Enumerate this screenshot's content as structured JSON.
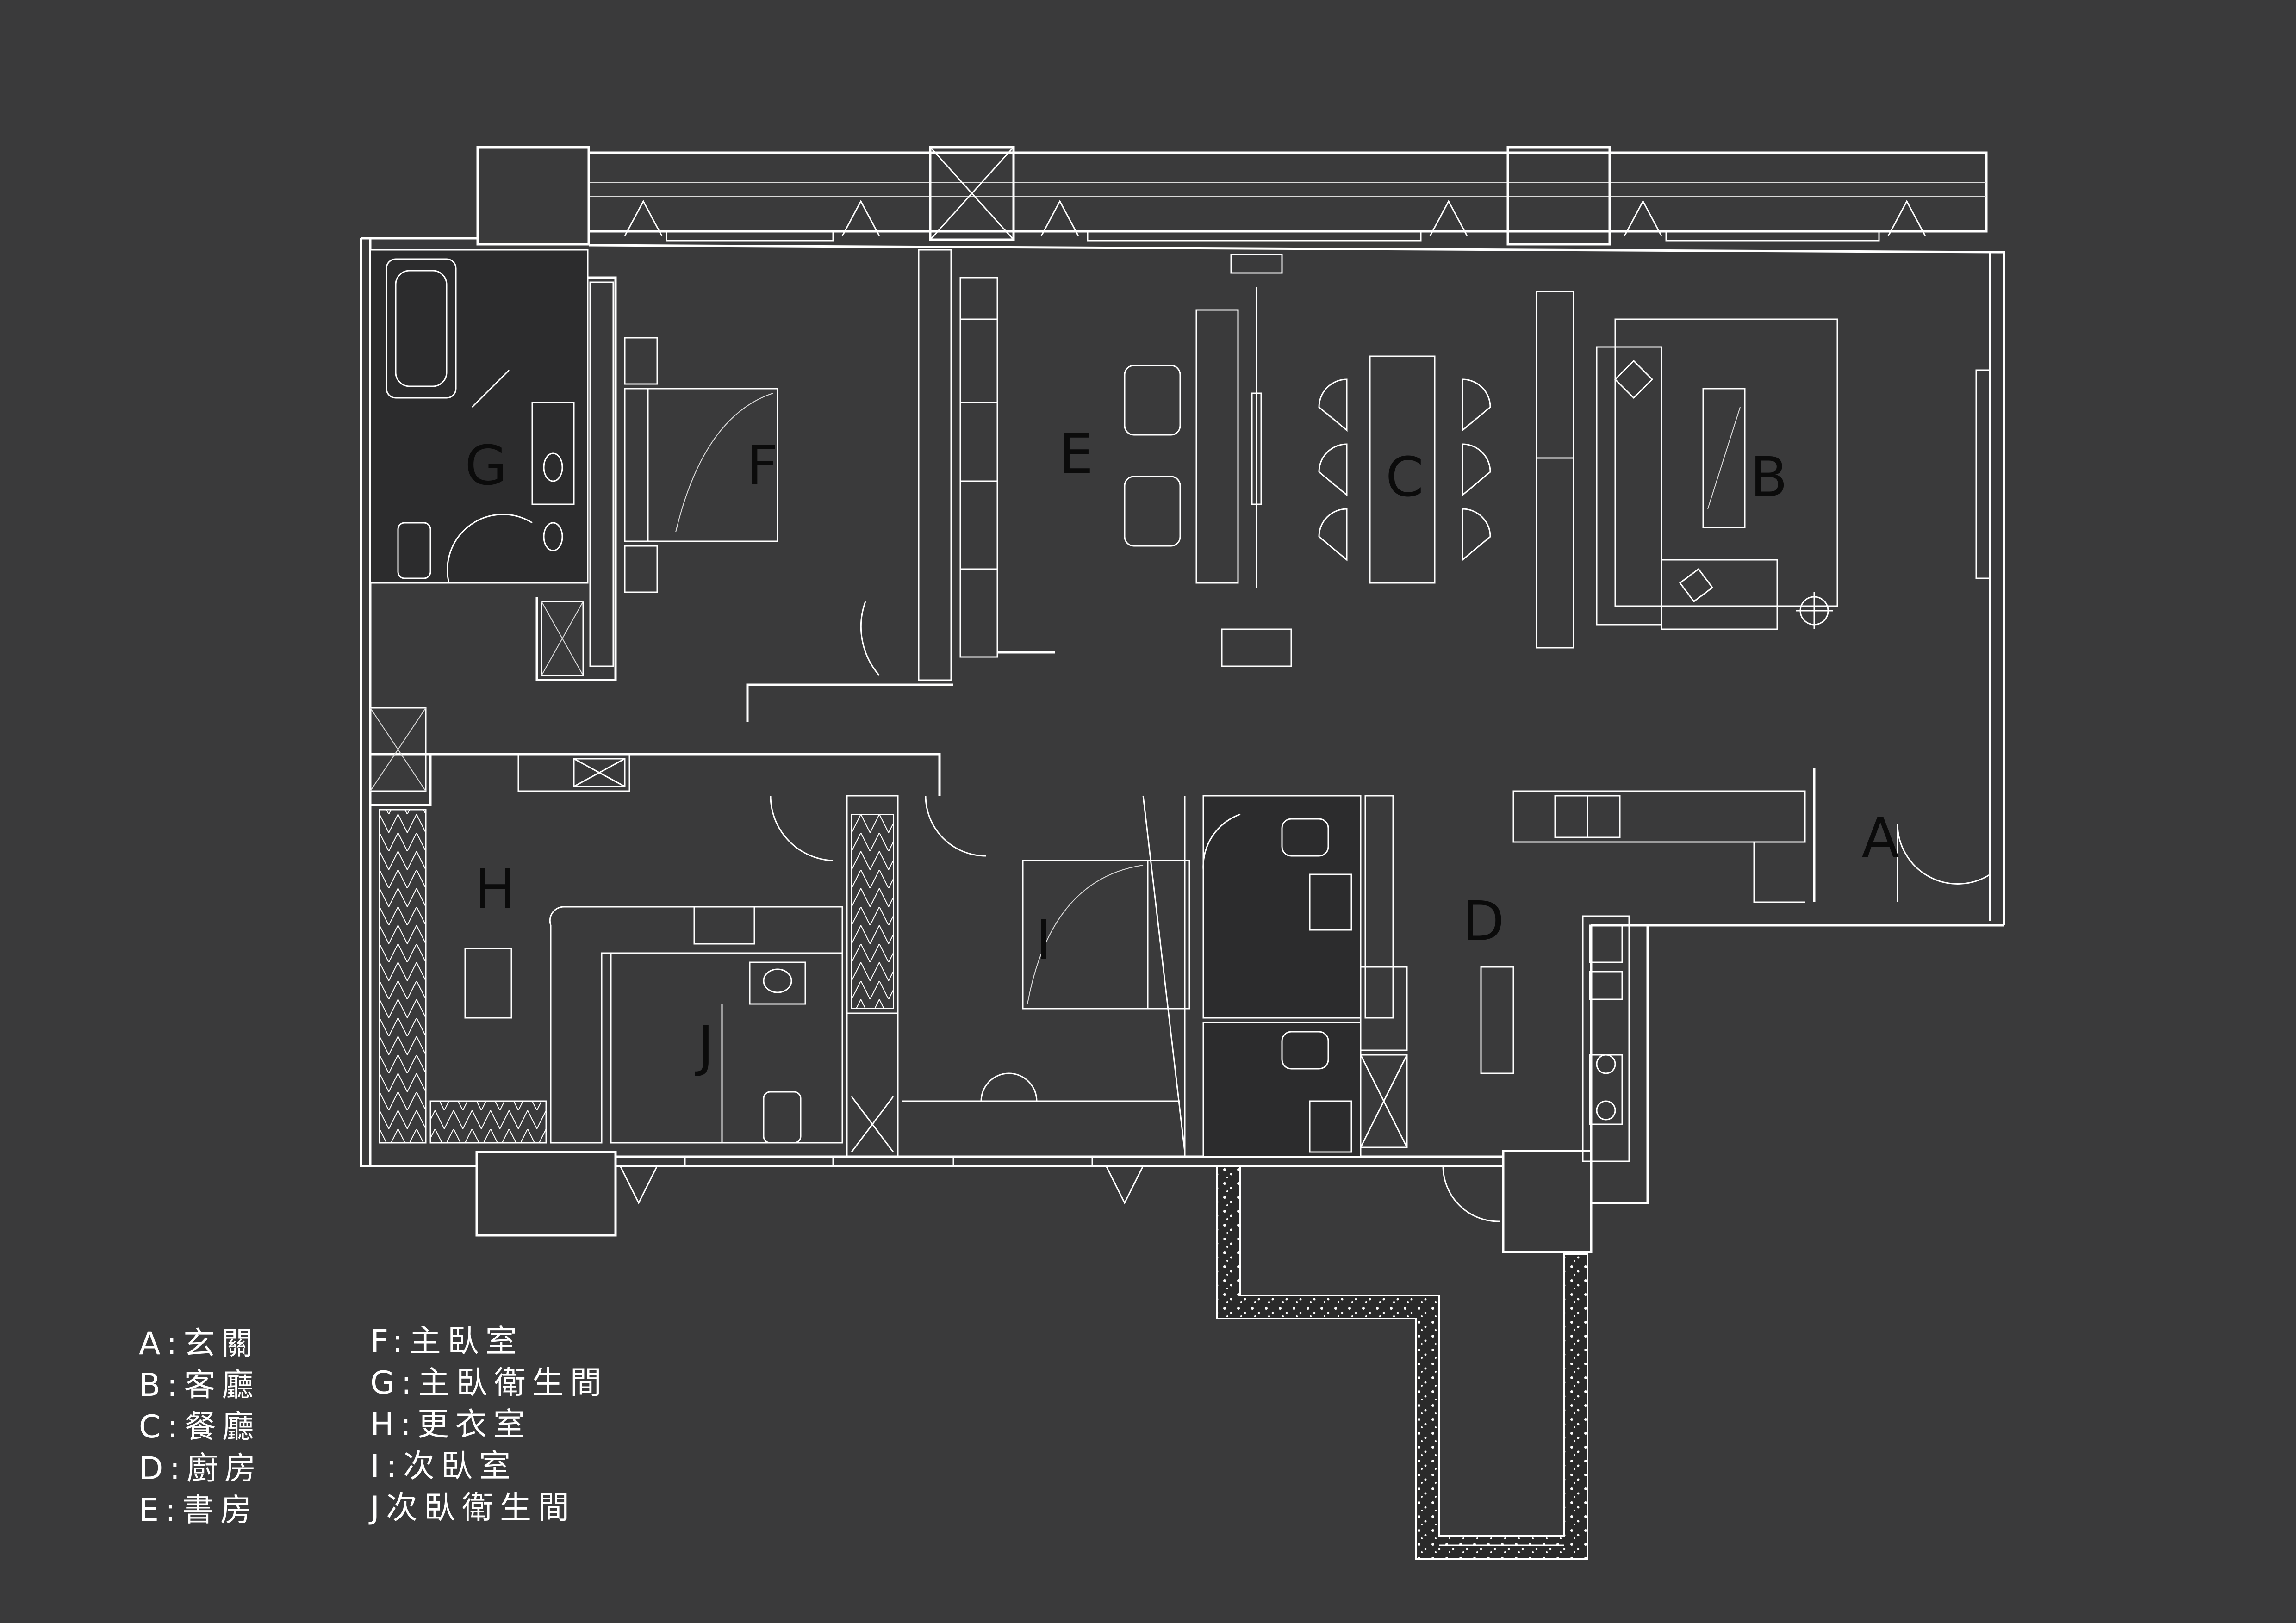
{
  "rooms": [
    {
      "key": "A",
      "label": "A"
    },
    {
      "key": "B",
      "label": "B"
    },
    {
      "key": "C",
      "label": "C"
    },
    {
      "key": "D",
      "label": "D"
    },
    {
      "key": "E",
      "label": "E"
    },
    {
      "key": "F",
      "label": "F"
    },
    {
      "key": "G",
      "label": "G"
    },
    {
      "key": "H",
      "label": "H"
    },
    {
      "key": "I",
      "label": "I"
    },
    {
      "key": "J",
      "label": "J"
    }
  ],
  "legend": {
    "left": [
      "A:玄關",
      "B:客廳",
      "C:餐廳",
      "D:廚房",
      "E:書房"
    ],
    "right": [
      "F:主臥室",
      "G:主臥衛生間",
      "H:更衣室",
      "I:次臥室",
      "J次臥衛生間"
    ]
  },
  "colors": {
    "background": "#3a3a3b",
    "lines": "#ffffff",
    "labels": "#0b0b0b"
  }
}
